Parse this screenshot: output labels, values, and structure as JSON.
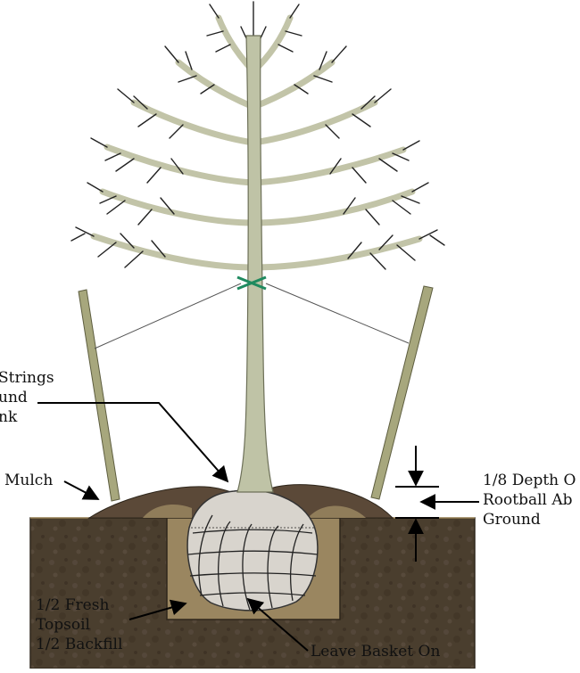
{
  "labels": {
    "strings": [
      "Strings",
      "und",
      "nk"
    ],
    "mulch": "Mulch",
    "depth": [
      "1/8 Depth O",
      "Rootball Ab",
      "Ground"
    ],
    "topsoil": [
      "1/2 Fresh",
      "Topsoil",
      "1/2 Backfill"
    ],
    "basket": "Leave Basket On"
  },
  "colors": {
    "soil": "#4a3e2e",
    "soil_edge": "#2e261b",
    "mulch": "#5b4938",
    "topsoil_fill": "#9a8660",
    "rootball": "#d8d4cd",
    "trunk": "#bfc3a6",
    "trunk_edge": "#6d7058",
    "stake": "#a7a77d",
    "tie": "#1f8a5f",
    "branch": "#111111"
  }
}
